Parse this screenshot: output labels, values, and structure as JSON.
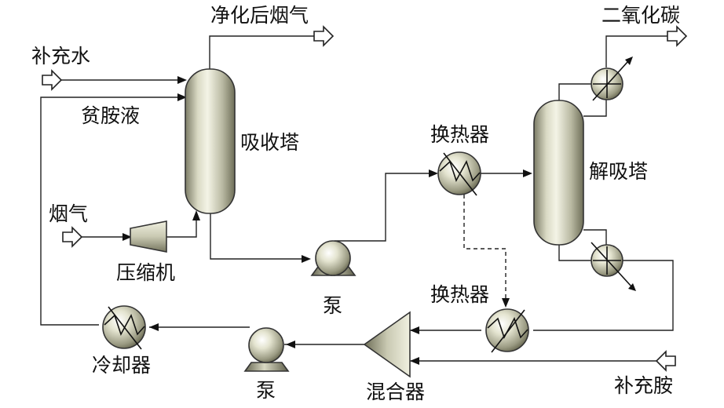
{
  "labels": {
    "clean_flue_gas": "净化后烟气",
    "makeup_water": "补充水",
    "lean_amine": "贫胺液",
    "absorber": "吸收塔",
    "flue_gas": "烟气",
    "compressor": "压缩机",
    "pump_rich": "泵",
    "heat_exchanger_top": "换热器",
    "desorber": "解吸塔",
    "co2": "二氧化碳",
    "heat_exchanger_bottom": "换热器",
    "cooler": "冷却器",
    "pump_lean": "泵",
    "mixer": "混合器",
    "makeup_amine": "补充胺"
  }
}
